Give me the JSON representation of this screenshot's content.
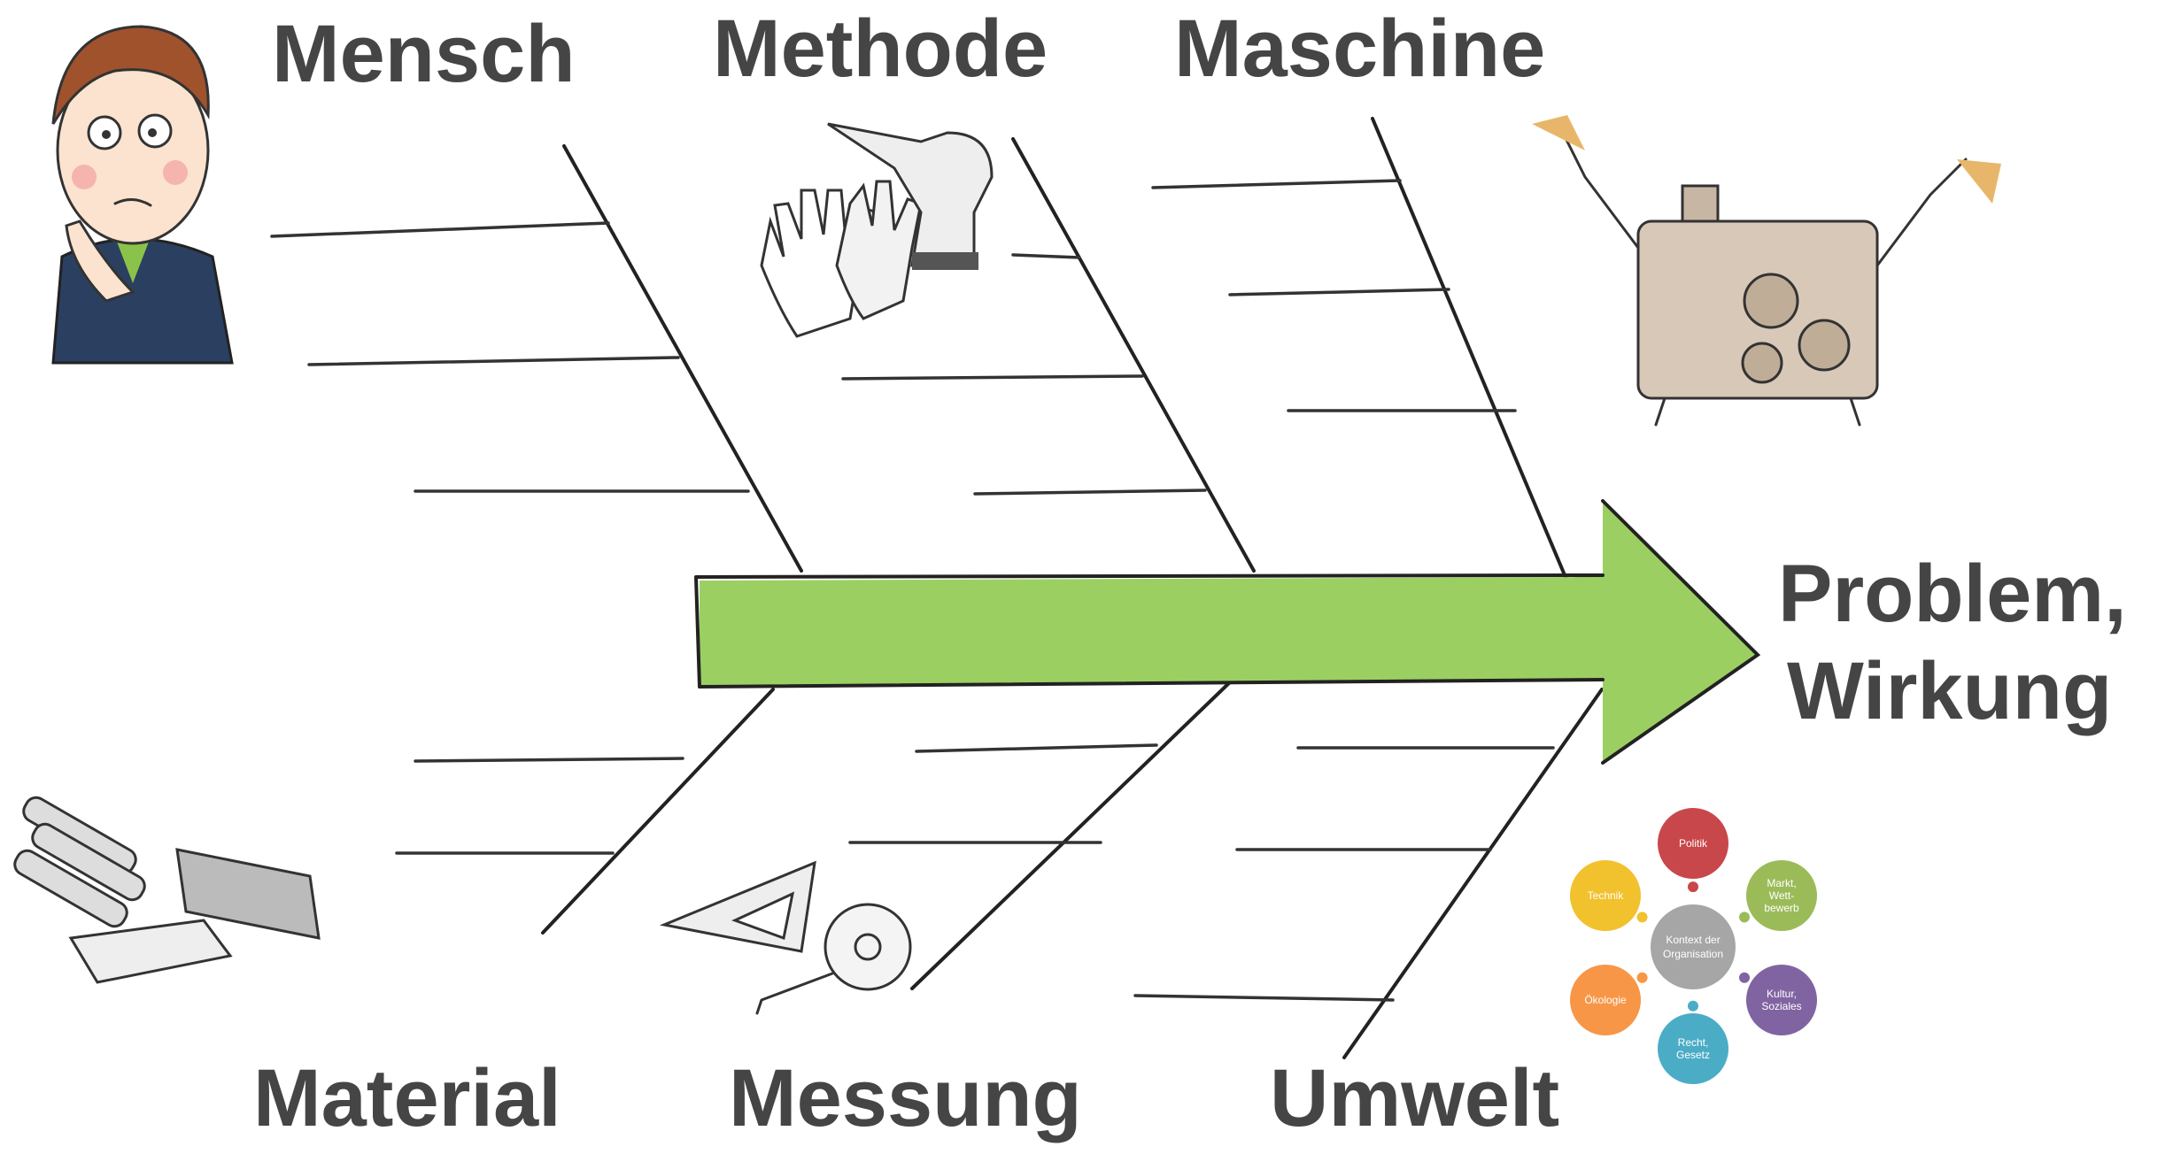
{
  "categories": {
    "top": [
      "Mensch",
      "Methode",
      "Maschine"
    ],
    "bottom": [
      "Material",
      "Messung",
      "Umwelt"
    ]
  },
  "effect": {
    "line1": "Problem,",
    "line2": "Wirkung"
  },
  "context_diagram": {
    "center": {
      "line1": "Kontext der",
      "line2": "Organisation"
    },
    "items": [
      {
        "line1": "Politik",
        "line2": "",
        "line3": "",
        "color": "#c8474b"
      },
      {
        "line1": "Markt,",
        "line2": "Wett-",
        "line3": "bewerb",
        "color": "#9bbb59"
      },
      {
        "line1": "Kultur,",
        "line2": "Soziales",
        "line3": "",
        "color": "#8064a2"
      },
      {
        "line1": "Recht,",
        "line2": "Gesetz",
        "line3": "",
        "color": "#4bacc6"
      },
      {
        "line1": "Ökologie",
        "line2": "",
        "line3": "",
        "color": "#f79646"
      },
      {
        "line1": "Technik",
        "line2": "",
        "line3": "",
        "color": "#f2c12e"
      }
    ]
  },
  "colors": {
    "arrow": "#9ccf62",
    "label": "#454545",
    "center": "#a6a6a6"
  }
}
